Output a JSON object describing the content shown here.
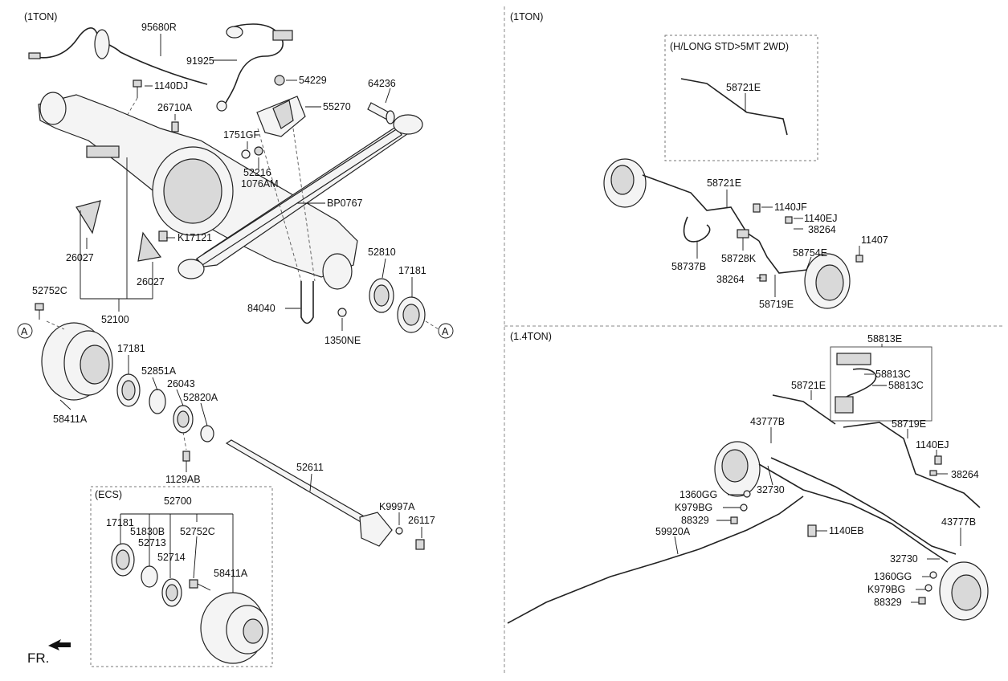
{
  "sections": {
    "left_top": "(1TON)",
    "right_top": "(1TON)",
    "right_bottom": "(1.4TON)",
    "ecs": "(ECS)",
    "hlong": "(H/LONG STD>5MT 2WD)"
  },
  "orientation": {
    "label": "FR."
  },
  "ref_marks": {
    "a1": "A",
    "a2": "A"
  },
  "labels": {
    "p95680R": "95680R",
    "p91925": "91925",
    "p1140DJ": "1140DJ",
    "p54229": "54229",
    "p64236": "64236",
    "p26710A": "26710A",
    "p55270": "55270",
    "p1751GF": "1751GF",
    "p52216": "52216",
    "p1076AM": "1076AM",
    "pBP0767": "BP0767",
    "pK17121": "K17121",
    "p26027a": "26027",
    "p26027b": "26027",
    "p52810": "52810",
    "p17181a": "17181",
    "p52752Ca": "52752C",
    "p52100": "52100",
    "p84040": "84040",
    "p1350NE": "1350NE",
    "p17181b": "17181",
    "p52851A": "52851A",
    "p26043": "26043",
    "p52820A": "52820A",
    "p58411Aa": "58411A",
    "p1129AB": "1129AB",
    "p52611": "52611",
    "pK9997A": "K9997A",
    "p26117": "26117",
    "p52700": "52700",
    "p17181c": "17181",
    "p51830B": "51830B",
    "p52713": "52713",
    "p52752Cb": "52752C",
    "p52714": "52714",
    "p58411Ab": "58411A",
    "p58721Ea": "58721E",
    "p58721Eb": "58721E",
    "p1140JF": "1140JF",
    "p1140EJa": "1140EJ",
    "p38264a": "38264",
    "p11407": "11407",
    "p58737B": "58737B",
    "p58728K": "58728K",
    "p58754E": "58754E",
    "p38264b": "38264",
    "p58719Ea": "58719E",
    "p58813E": "58813E",
    "p58813Ca": "58813C",
    "p58813Cb": "58813C",
    "p58721Ec": "58721E",
    "p43777Ba": "43777B",
    "p58719Eb": "58719E",
    "p1140EJb": "1140EJ",
    "p38264c": "38264",
    "p32730a": "32730",
    "p1360GGa": "1360GG",
    "pK979BGa": "K979BG",
    "p88329a": "88329",
    "p59920A": "59920A",
    "p1140EB": "1140EB",
    "p43777Bb": "43777B",
    "p32730b": "32730",
    "p1360GGb": "1360GG",
    "pK979BGb": "K979BG",
    "p88329b": "88329"
  }
}
